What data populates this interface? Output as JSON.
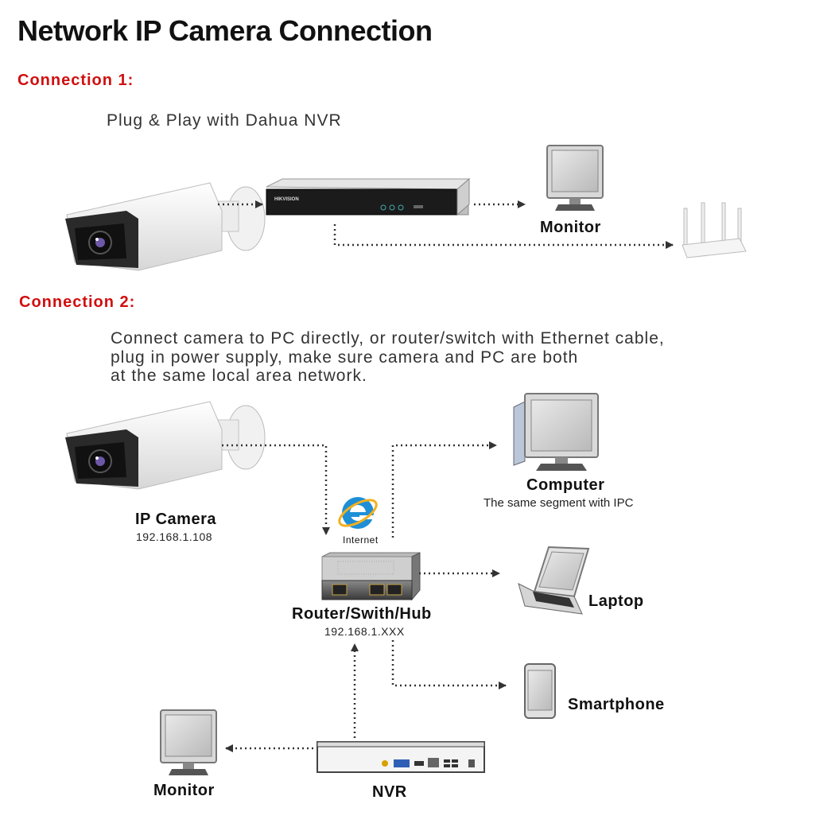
{
  "title": "Network IP Camera Connection",
  "connection1": {
    "heading": "Connection 1:",
    "description": "Plug & Play with Dahua NVR",
    "nvr_brand": "HIKVISION",
    "monitor_label": "Monitor"
  },
  "connection2": {
    "heading": "Connection 2:",
    "description_lines": [
      "Connect camera to PC directly, or router/switch with Ethernet cable,",
      "plug in power supply, make sure camera and PC are both",
      "at the same local area network."
    ],
    "ip_camera": {
      "label": "IP Camera",
      "ip": "192.168.1.108"
    },
    "internet_label": "Internet",
    "router": {
      "label": "Router/Swith/Hub",
      "ip": "192.168.1.XXX"
    },
    "computer": {
      "label": "Computer",
      "sub": "The same segment with IPC"
    },
    "laptop_label": "Laptop",
    "smartphone_label": "Smartphone",
    "monitor_label": "Monitor",
    "nvr_label": "NVR"
  },
  "colors": {
    "heading_red": "#d10f0f",
    "ie_blue": "#1e8fd6"
  }
}
